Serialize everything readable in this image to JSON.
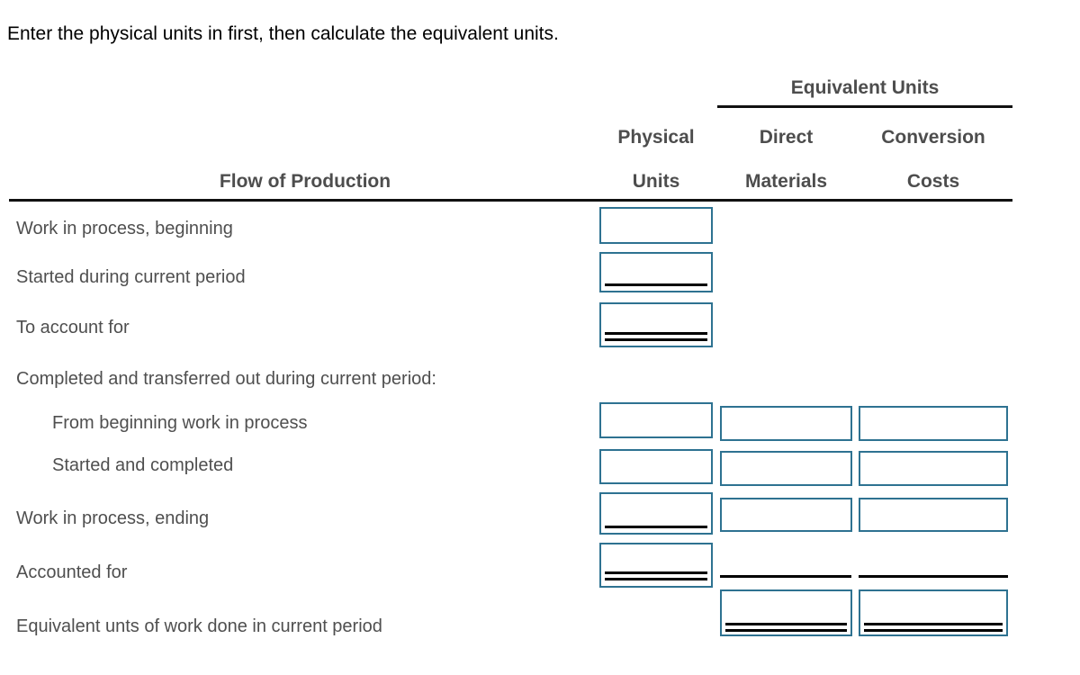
{
  "instruction": "Enter the physical units in first, then calculate the equivalent units.",
  "table": {
    "spanner_header": "Equivalent Units",
    "row_group_header": "Flow of Production",
    "columns": [
      {
        "id": "physical_units",
        "line1": "Physical",
        "line2": "Units"
      },
      {
        "id": "direct_materials",
        "line1": "Direct",
        "line2": "Materials"
      },
      {
        "id": "conversion_costs",
        "line1": "Conversion",
        "line2": "Costs"
      }
    ],
    "rows": [
      {
        "label": "Work in process, beginning"
      },
      {
        "label": "Started during current period"
      },
      {
        "label": "To account for"
      },
      {
        "label": "Completed and transferred out during current period:"
      },
      {
        "label": "From beginning work in process",
        "indent": true
      },
      {
        "label": "Started and completed",
        "indent": true
      },
      {
        "label": "Work in process, ending"
      },
      {
        "label": "Accounted for"
      },
      {
        "label": "Equivalent unts of work done in current period"
      }
    ],
    "cell_input": {
      "value": "",
      "placeholder": ""
    }
  },
  "colors": {
    "box_border": "#2e7291",
    "header_text": "#4d4d4d",
    "label_text": "#4f4f4f",
    "instruction_text": "#000000",
    "rule_line": "#000000"
  }
}
